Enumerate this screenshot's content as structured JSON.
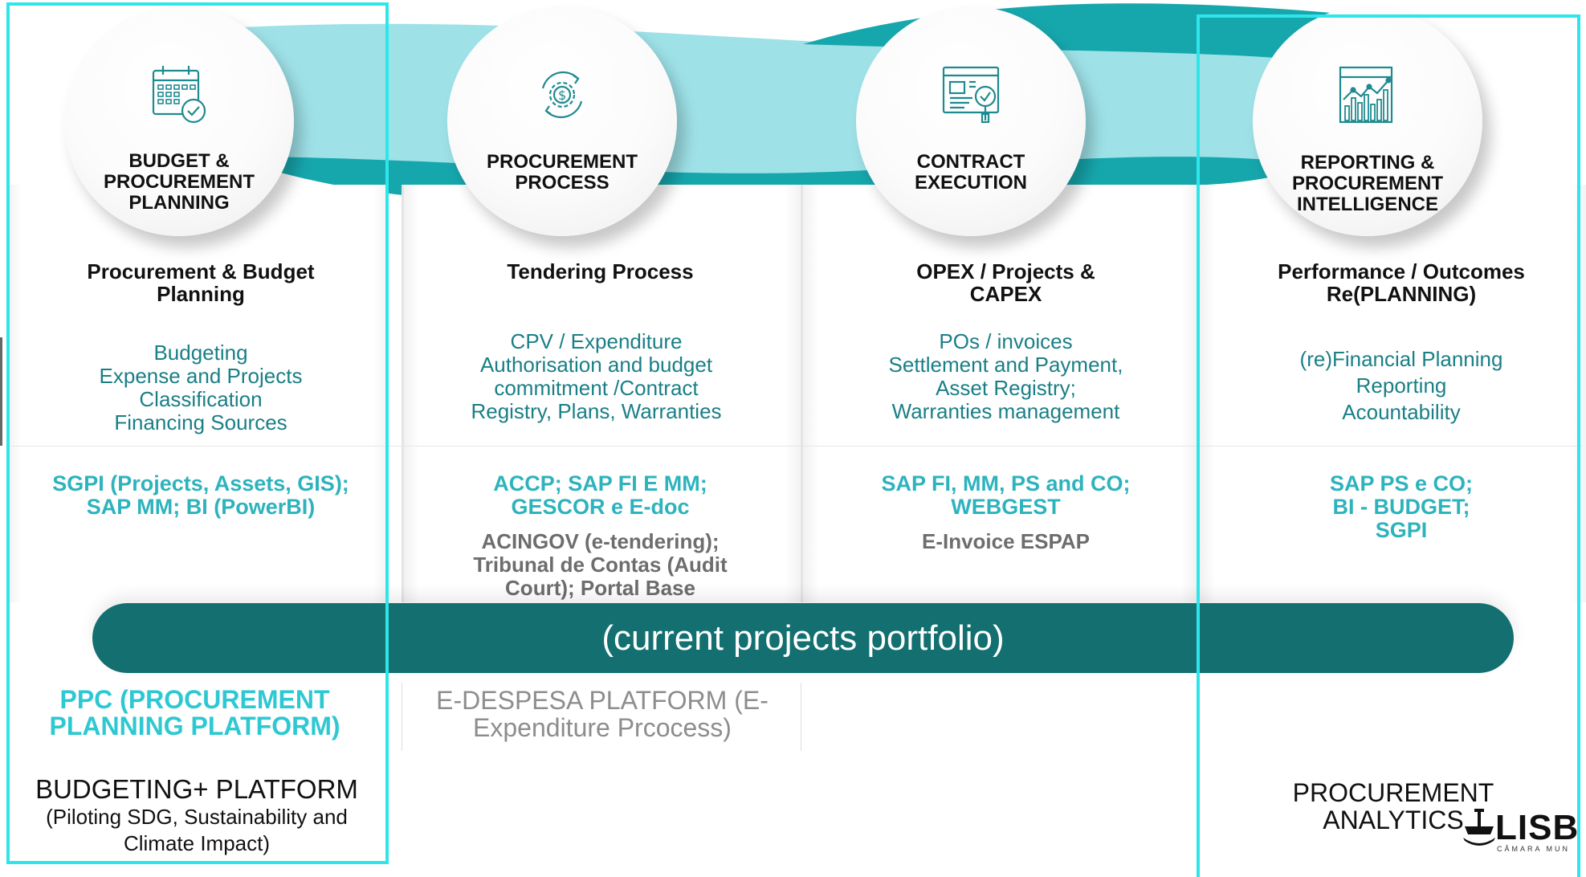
{
  "stages": [
    {
      "circle_title": "BUDGET &\nPROCUREMENT\nPLANNING",
      "icon": "calendar-check-icon",
      "heading": "Procurement & Budget\nPlanning",
      "description": "Budgeting\nExpense and Projects\nClassification\nFinancing Sources",
      "systems": "SGPI (Projects, Assets, GIS);\nSAP MM; BI (PowerBI)",
      "systems_secondary": ""
    },
    {
      "circle_title": "PROCUREMENT\nPROCESS",
      "icon": "gear-dollar-cycle-icon",
      "heading": "Tendering Process",
      "description": "CPV / Expenditure\nAuthorisation and budget\ncommitment /Contract\nRegistry, Plans, Warranties",
      "systems": "ACCP; SAP FI E MM;\nGESCOR e E-doc",
      "systems_secondary": "ACINGOV (e-tendering);\nTribunal de Contas (Audit\nCourt); Portal Base"
    },
    {
      "circle_title": "CONTRACT\nEXECUTION",
      "icon": "contract-search-icon",
      "heading": "OPEX / Projects &\nCAPEX",
      "description": "POs / invoices\nSettlement and Payment,\nAsset Registry;\nWarranties management",
      "systems": "SAP FI, MM, PS and CO;\nWEBGEST",
      "systems_secondary": "E-Invoice ESPAP"
    },
    {
      "circle_title": "REPORTING &\nPROCUREMENT\nINTELLIGENCE",
      "icon": "bar-chart-trend-icon",
      "heading": "Performance / Outcomes\nRe(PLANNING)",
      "description": "(re)Financial Planning\nReporting\nAcountability",
      "systems": "SAP PS e CO;\nBI - BUDGET;\nSGPI",
      "systems_secondary": ""
    }
  ],
  "banner": "(current projects portfolio)",
  "platforms": {
    "ppc": "PPC (PROCUREMENT\nPLANNING PLATFORM)",
    "edespesa": "E-DESPESA PLATFORM (E-\nExpenditure Prcocess)",
    "budgeting_title": "BUDGETING+ PLATFORM",
    "budgeting_sub": "(Piloting SDG, Sustainability and\nClimate Impact)",
    "analytics": "PROCUREMENT\nANALYTICS"
  },
  "logo": {
    "text": "LISB",
    "sub": "CÂMARA MUN"
  },
  "colors": {
    "teal_dark": "#136f70",
    "teal_light": "#2db3bd",
    "frame": "#2ee6ea",
    "description": "#1a7f86",
    "ribbon_light": "#9ee2e8",
    "ribbon_dark": "#16a7ad"
  }
}
